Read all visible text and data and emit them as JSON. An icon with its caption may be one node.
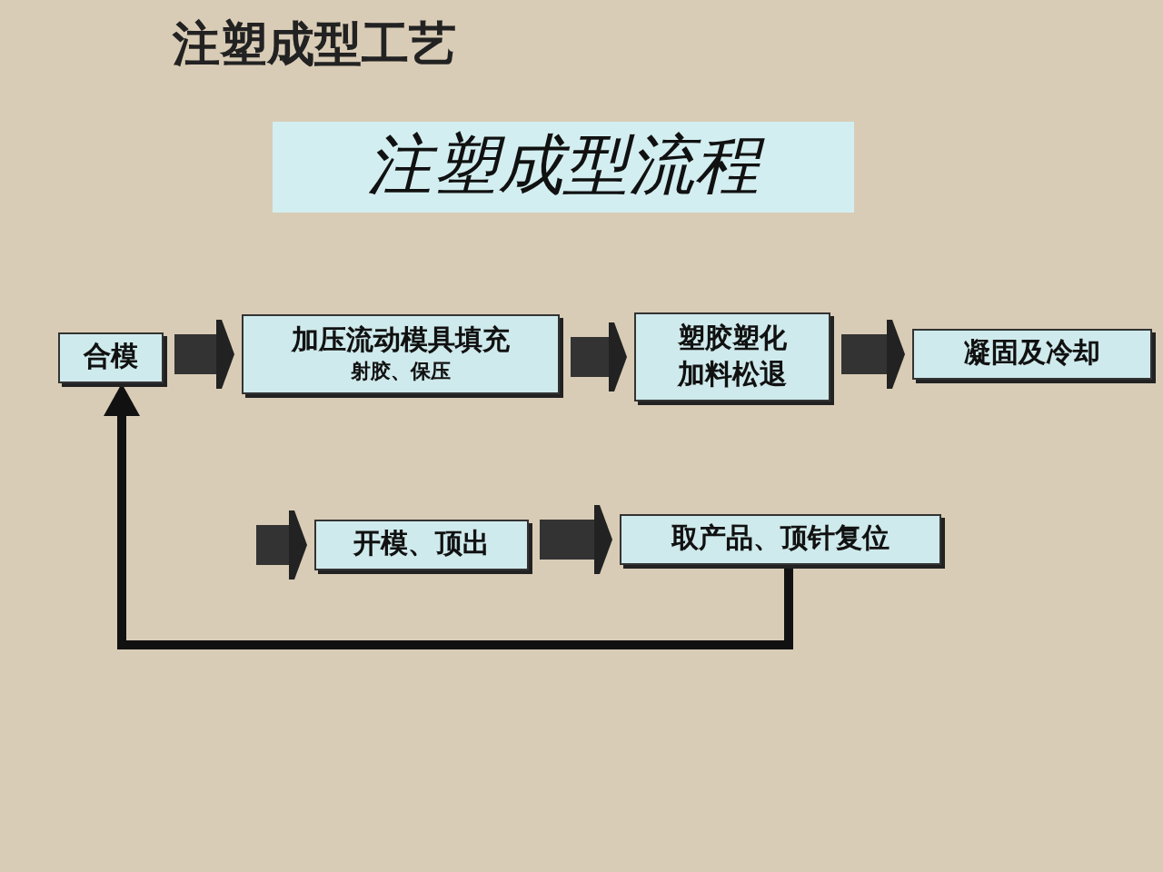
{
  "diagram": {
    "title": "注塑成型工艺",
    "nodes": [
      {
        "text": [
          "注塑成型流程"
        ]
      },
      {
        "text": [
          "合模"
        ]
      },
      {
        "text": [
          "加压流动模具填充",
          "射胶、保压"
        ]
      },
      {
        "text": [
          "塑胶塑化加料松退"
        ]
      },
      {
        "text": [
          "凝固及冷却"
        ]
      },
      {
        "text": [
          "开模、顶出"
        ]
      },
      {
        "text": [
          "取产品、顶针复位"
        ]
      }
    ],
    "edges": [
      {
        "from": 1,
        "to": 2,
        "arrow": "to"
      },
      {
        "from": 2,
        "to": 3,
        "arrow": "to"
      },
      {
        "from": 3,
        "to": 4,
        "arrow": "to"
      },
      {
        "from": null,
        "to": 5,
        "arrow": "to"
      },
      {
        "from": 5,
        "to": 6,
        "arrow": "to"
      },
      {
        "from": 6,
        "to": 1,
        "arrow": "to"
      }
    ]
  }
}
